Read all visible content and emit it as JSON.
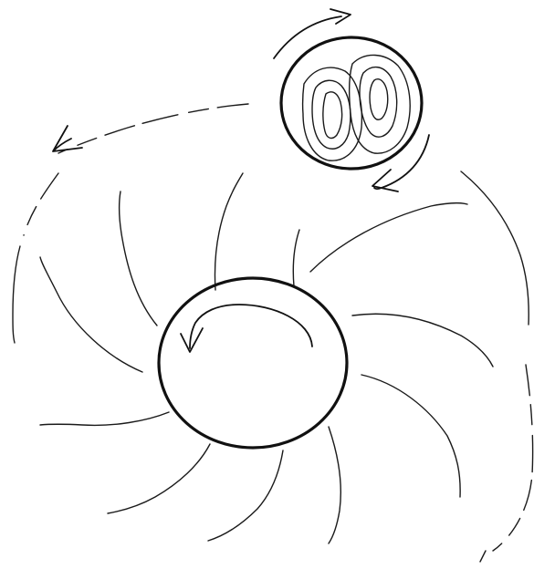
{
  "diagram": {
    "bodies": [
      {
        "name": "large-body",
        "rotation": "counterclockwise"
      },
      {
        "name": "small-body",
        "rotation": "clockwise",
        "internal_pattern": "two-lobed-contours"
      }
    ],
    "field_lines": {
      "style": "spiral",
      "count": 13
    },
    "orbit": {
      "direction": "counterclockwise",
      "style": "dashed"
    },
    "colors": {
      "ink": "#111111",
      "background": "#ffffff"
    }
  }
}
